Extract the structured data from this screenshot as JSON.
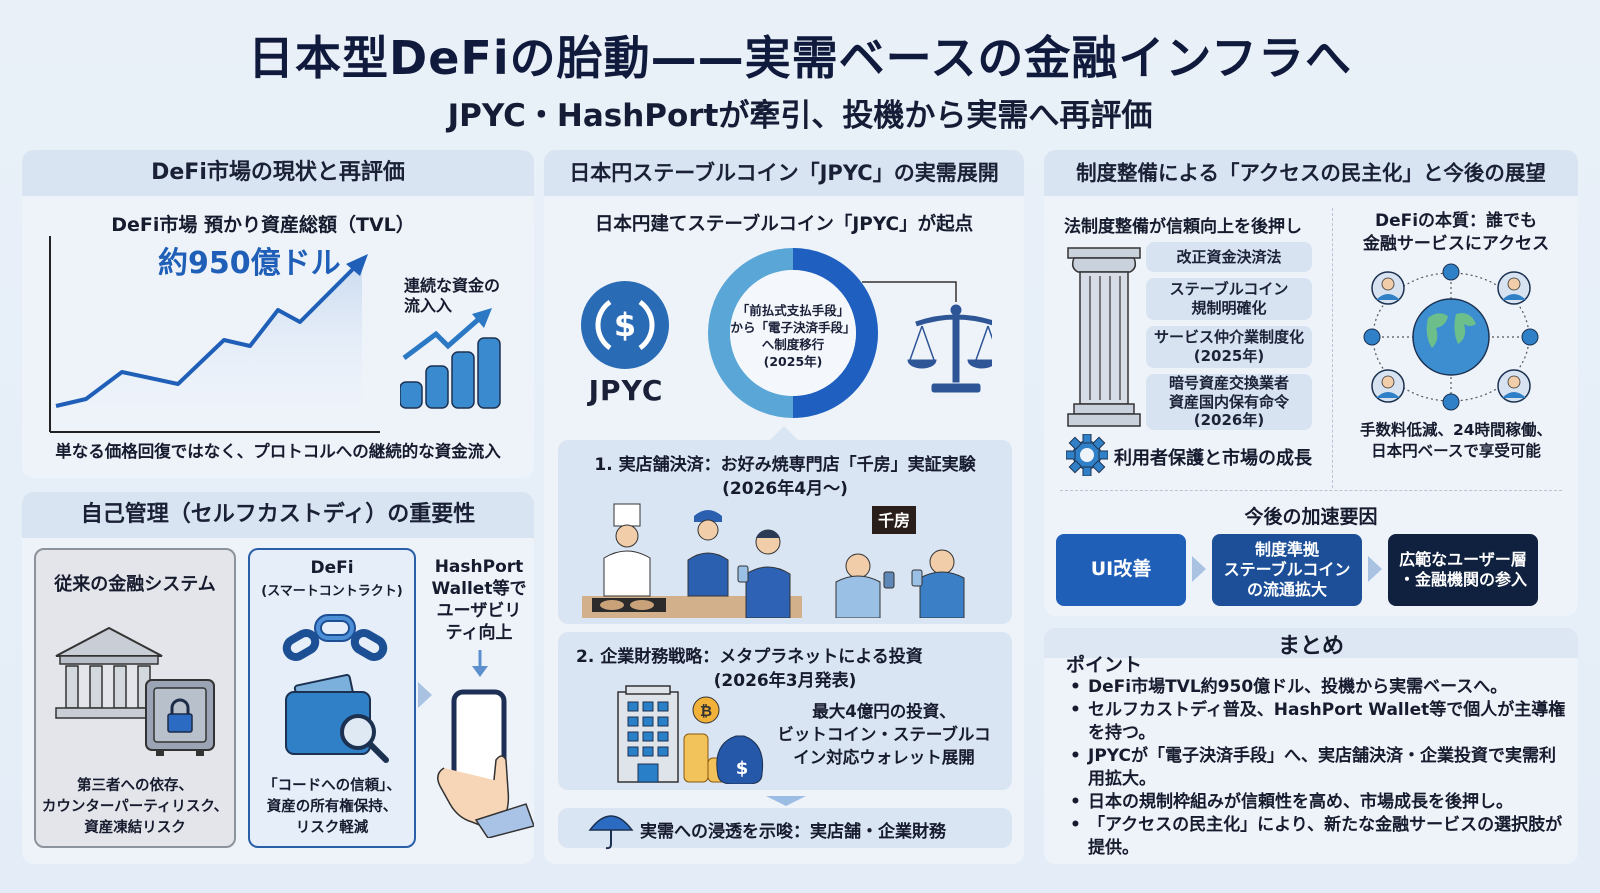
{
  "header": {
    "title": "日本型DeFiの胎動——実需ベースの金融インフラへ",
    "subtitle": "JPYC・HashPortが牽引、投機から実需へ再評価"
  },
  "colors": {
    "accent_blue": "#1f5fb8",
    "dark_navy": "#0f1e3d",
    "light_blue": "#5aa6d6",
    "panel_header": "#d8e4f1"
  },
  "tvl_panel": {
    "header": "DeFi市場の現状と再評価",
    "chart_title": "DeFi市場 預かり資産総額（TVL）",
    "value": "約950億ドル",
    "side_label_line1": "連続な資金の",
    "side_label_line2": "流入入",
    "caption": "単なる価格回復ではなく、プロトコルへの継続的な資金流入",
    "icons": {
      "chart": "trend-up-icon",
      "coins": "coin-stacks-icon"
    }
  },
  "custody_panel": {
    "header": "自己管理（セルフカストディ）の重要性",
    "traditional": {
      "title": "従来の金融システム",
      "desc_lines": [
        "第三者への依存、",
        "カウンターパーティリスク、",
        "資産凍結リスク"
      ],
      "icons": [
        "bank-icon",
        "safe-lock-icon"
      ]
    },
    "defi": {
      "title": "DeFi",
      "subtitle": "(スマートコントラクト)",
      "desc_lines": [
        "「コードへの信頼」、",
        "資産の所有権保持、",
        "リスク軽減"
      ],
      "icons": [
        "chain-link-icon",
        "wallet-magnifier-icon"
      ]
    },
    "hashport": {
      "lines": [
        "HashPort",
        "Wallet等で",
        "ユーザビリ",
        "ティ向上"
      ],
      "icon": "smartphone-hand-icon"
    }
  },
  "jpyc_panel": {
    "header": "日本円ステーブルコイン「JPYC」の実需展開",
    "subheader": "日本円建てステーブルコイン「JPYC」が起点",
    "logo_label": "JPYC",
    "ring_lines": [
      "「前払式支払手段」",
      "から「電子決済手段」",
      "へ制度移行",
      "(2025年)"
    ],
    "case1": {
      "title": "1. 実店舗決済：お好み焼専門店「千房」実証実験",
      "date": "(2026年4月〜)",
      "sign": "千房"
    },
    "case2": {
      "title": "2. 企業財務戦略：メタプラネットによる投資",
      "date": "(2026年3月発表)",
      "desc_lines": [
        "最大4億円の投資、",
        "ビットコイン・ステーブルコ",
        "イン対応ウォレット展開"
      ]
    },
    "conclusion": "実需への浸透を示唆：実店舗・企業財務"
  },
  "regulation_panel": {
    "header": "制度整備による「アクセスの民主化」と今後の展望",
    "left_title": "法制度整備が信頼向上を後押し",
    "chips": [
      {
        "lines": [
          "改正資金決済法"
        ]
      },
      {
        "lines": [
          "ステーブルコイン",
          "規制明確化"
        ]
      },
      {
        "lines": [
          "サービス仲介業制度化",
          "(2025年)"
        ]
      },
      {
        "lines": [
          "暗号資産交換業者",
          "資産国内保有命令",
          "(2026年)"
        ]
      }
    ],
    "gear_label": "利用者保護と市場の成長",
    "right_title_line1": "DeFiの本質：誰でも",
    "right_title_line2": "金融サービスにアクセス",
    "right_caption_line1": "手数料低減、24時間稼働、",
    "right_caption_line2": "日本円ベースで享受可能",
    "accel_title": "今後の加速要因",
    "accel_steps": [
      {
        "lines": [
          "UI改善"
        ]
      },
      {
        "lines": [
          "制度準拠",
          "ステーブルコイン",
          "の流通拡大"
        ]
      },
      {
        "lines": [
          "広範なユーザー層",
          "・金融機関の参入"
        ]
      }
    ]
  },
  "summary_panel": {
    "header": "まとめ",
    "label": "ポイント",
    "points": [
      "DeFi市場TVL約950億ドル、投機から実需ベースへ。",
      "セルフカストディ普及、HashPort Wallet等で個人が主導権を持つ。",
      "JPYCが「電子決済手段」へ、実店舗決済・企業投資で実需利用拡大。",
      "日本の規制枠組みが信頼性を高め、市場成長を後押し。",
      "「アクセスの民主化」により、新たな金融サービスの選択肢が提供。"
    ]
  }
}
